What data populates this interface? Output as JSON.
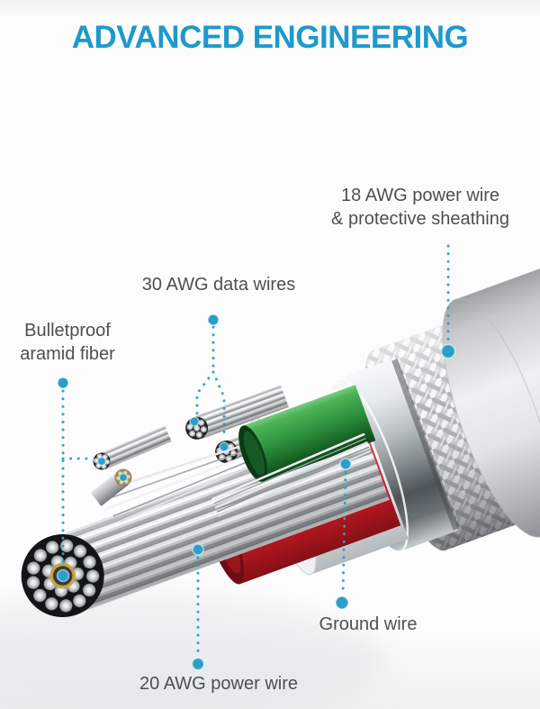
{
  "title": "ADVANCED ENGINEERING",
  "labels": {
    "power18_line1": "18 AWG power wire",
    "power18_line2": "& protective sheathing",
    "data30": "30 AWG data wires",
    "aramid_line1": "Bulletproof",
    "aramid_line2": "aramid fiber",
    "ground": "Ground wire",
    "power20": "20 AWG power wire"
  },
  "colors": {
    "accent": "#2a9fc9",
    "title-color": "#1f99cb",
    "label-color": "#4e4f51",
    "wire-green": "#2f9440",
    "wire-red": "#d8232f",
    "gold-core": "#c8a43c",
    "jacket-gray": "#d4d6d8"
  }
}
